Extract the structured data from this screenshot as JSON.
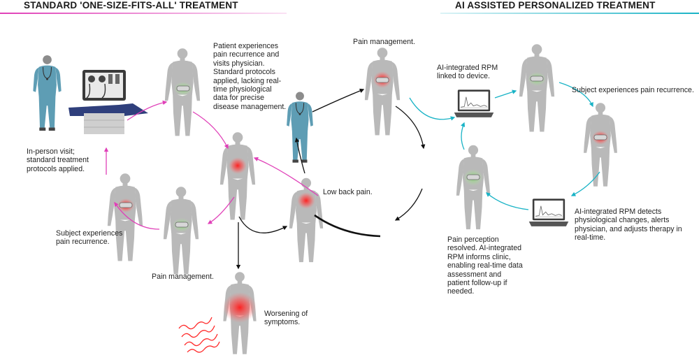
{
  "headings": {
    "left": "STANDARD 'ONE-SIZE-FITS-ALL' TREATMENT",
    "right": "AI ASSISTED PERSONALIZED TREATMENT"
  },
  "colors": {
    "standard_accent": "#e040b8",
    "ai_accent": "#19b3c6",
    "neutral_arrow": "#111111",
    "pain": "#ff2a2a",
    "relief": "#7fd36a",
    "figure": "#b9b9b9",
    "clinician": "#5e9db4"
  },
  "captions": {
    "patient_recurrence_visit": "Patient experiences pain recurrence and visits physician. Standard protocols applied, lacking real-time physiological data for precise disease management.",
    "in_person_visit": "In-person visit; standard treatment protocols applied.",
    "std_recurrence": "Subject experiences pain recurrence.",
    "std_pain_management": "Pain management.",
    "worsening": "Worsening of symptoms.",
    "center_pain_management": "Pain management.",
    "low_back_pain": "Low back pain.",
    "ai_rpm_linked": "AI-integrated RPM linked to device.",
    "ai_recurrence": "Subject experiences pain recurrence.",
    "ai_detects": "AI-integrated RPM detects physiological changes, alerts physician, and adjusts therapy in real-time.",
    "ai_resolved": "Pain perception resolved. AI-integrated RPM informs clinic, enabling real-time data assessment and patient follow-up if needed."
  }
}
